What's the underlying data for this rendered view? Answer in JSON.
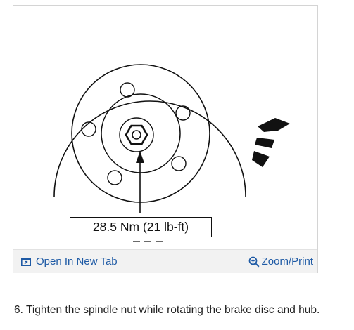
{
  "figure": {
    "callout_label": "28.5 Nm (21 lb-ft)"
  },
  "toolbar": {
    "open_tab_icon": "open-in-new-tab-icon",
    "open_tab_label": "Open In New Tab",
    "zoom_icon": "magnifier-icon",
    "zoom_label": "Zoom/Print",
    "link_color": "#1e5aa5"
  },
  "caption": {
    "text": "6. Tighten the spindle nut while rotating the brake disc and hub."
  }
}
